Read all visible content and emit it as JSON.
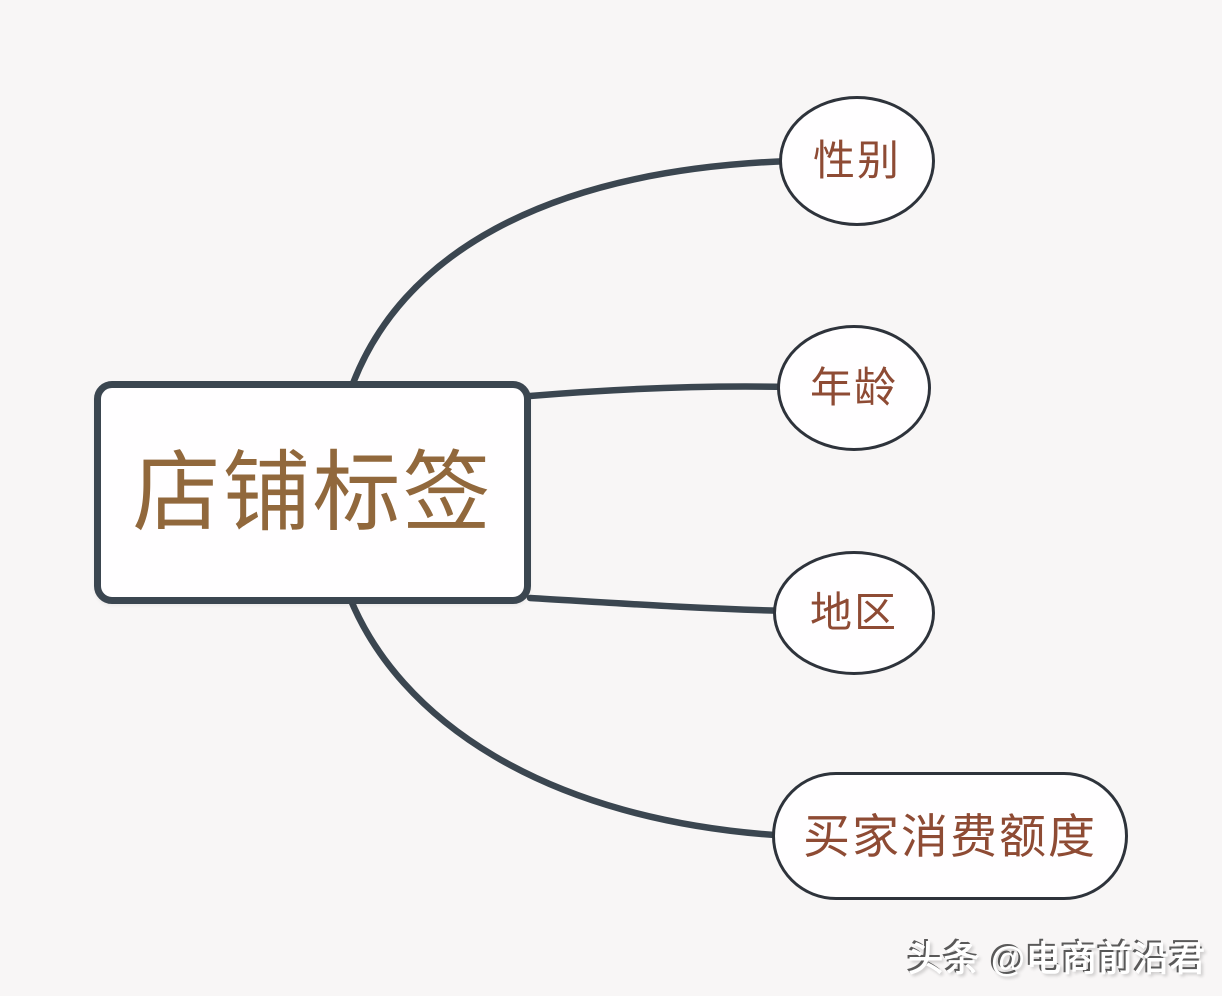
{
  "diagram": {
    "type": "mindmap",
    "root": {
      "label": "店铺标签"
    },
    "children": [
      {
        "label": "性别",
        "shape": "ellipse"
      },
      {
        "label": "年龄",
        "shape": "ellipse"
      },
      {
        "label": "地区",
        "shape": "ellipse"
      },
      {
        "label": "买家消费额度",
        "shape": "stadium"
      }
    ],
    "colors": {
      "background": "#f8f6f6",
      "node_fill": "#fffeff",
      "connector": "#3b4650",
      "root_border": "#3b4650",
      "child_border": "#2e333b",
      "root_text": "#91683c",
      "child_text": "#8e4b34"
    }
  },
  "watermark": {
    "text": "头条 @电商前沿君",
    "color": "#ffffff"
  }
}
